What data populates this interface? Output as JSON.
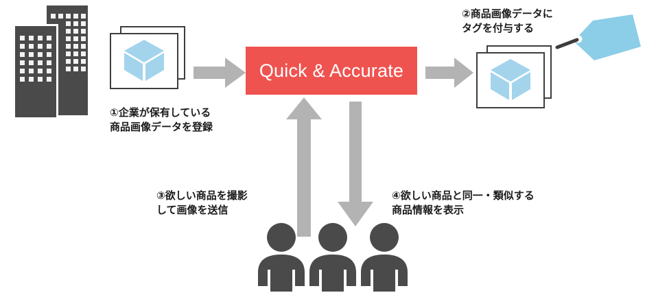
{
  "diagram": {
    "title_box": {
      "label": "Quick & Accurate",
      "bg_color": "#EF5350",
      "text_color": "#FFFFFF"
    },
    "captions": {
      "step1": "①企業が保有している\n商品画像データを登録",
      "step2": "②商品画像データに\nタグを付与する",
      "step3": "③欲しい商品を撮影\nして画像を送信",
      "step4": "④欲しい商品と同一・類似する\n商品情報を表示"
    },
    "icons": {
      "buildings": "office-buildings-icon",
      "product_image_left": "product-image-card-icon",
      "product_image_right": "tagged-product-image-card-icon",
      "tag": "price-tag-icon",
      "people": "users-group-icon"
    },
    "colors": {
      "dark_gray": "#4A4A4A",
      "arrow_gray": "#B3B3B3",
      "cube_blue": "#A3D4EC",
      "tag_blue": "#8CCDE8",
      "frame_stroke": "#3D3D3D",
      "text": "#1A1A1A"
    },
    "arrows": {
      "left_to_center": "arrow-right",
      "center_to_right": "arrow-right",
      "people_to_center": "arrow-up",
      "center_to_people": "arrow-down"
    }
  }
}
